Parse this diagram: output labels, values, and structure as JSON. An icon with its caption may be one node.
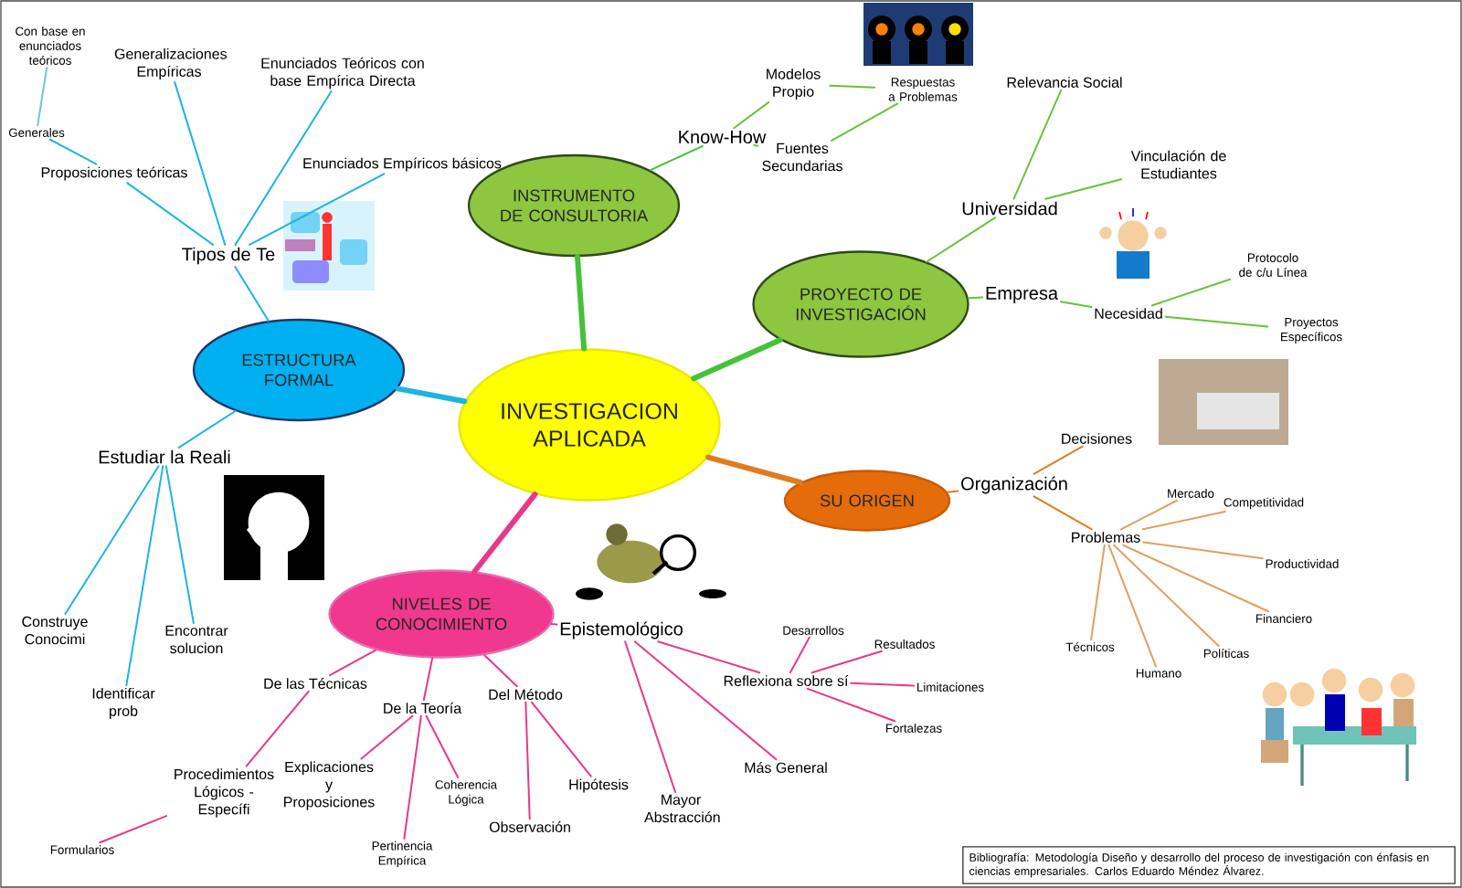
{
  "diagram": {
    "nodes": [
      {
        "text": [
          "INVESTIGACION APLICADA"
        ]
      },
      {
        "text": [
          "INSTRUMENTO DE CONSULTORIA"
        ]
      },
      {
        "text": [
          "Know-How"
        ]
      },
      {
        "text": [
          "Modelos Propio"
        ]
      },
      {
        "text": [
          "Fuentes Secundarias"
        ]
      },
      {
        "text": [
          "Respuestas a Problemas"
        ]
      },
      {
        "text": [
          "PROYECTO DE INVESTIGACIÓN"
        ]
      },
      {
        "text": [
          "Universidad"
        ]
      },
      {
        "text": [
          "Relevancia Social"
        ]
      },
      {
        "text": [
          "Vinculación de Estudiantes"
        ]
      },
      {
        "text": [
          "Empresa"
        ]
      },
      {
        "text": [
          "Necesidad"
        ]
      },
      {
        "text": [
          "Protocolo de c/u Línea"
        ]
      },
      {
        "text": [
          "Proyectos Específicos"
        ]
      },
      {
        "text": [
          "SU ORIGEN"
        ]
      },
      {
        "text": [
          "Organización"
        ]
      },
      {
        "text": [
          "Decisiones"
        ]
      },
      {
        "text": [
          "Problemas"
        ]
      },
      {
        "text": [
          "Mercado"
        ]
      },
      {
        "text": [
          "Competitividad"
        ]
      },
      {
        "text": [
          "Productividad"
        ]
      },
      {
        "text": [
          "Financiero"
        ]
      },
      {
        "text": [
          "Políticas"
        ]
      },
      {
        "text": [
          "Humano"
        ]
      },
      {
        "text": [
          "Técnicos"
        ]
      },
      {
        "text": [
          "NIVELES DE CONOCIMIENTO"
        ]
      },
      {
        "text": [
          "Epistemológico"
        ]
      },
      {
        "text": [
          "Reflexiona sobre sí"
        ]
      },
      {
        "text": [
          "Desarrollos"
        ]
      },
      {
        "text": [
          "Resultados"
        ]
      },
      {
        "text": [
          "Limitaciones"
        ]
      },
      {
        "text": [
          "Fortalezas"
        ]
      },
      {
        "text": [
          "Mayor Abstracción"
        ]
      },
      {
        "text": [
          "Más General"
        ]
      },
      {
        "text": [
          "Del Método"
        ]
      },
      {
        "text": [
          "Observación"
        ]
      },
      {
        "text": [
          "Hipótesis"
        ]
      },
      {
        "text": [
          "De la Teoría"
        ]
      },
      {
        "text": [
          "Coherencia Lógica"
        ]
      },
      {
        "text": [
          "Pertinencia Empírica"
        ]
      },
      {
        "text": [
          "De las Técnicas"
        ]
      },
      {
        "text": [
          "Explicaciones y Proposiciones"
        ]
      },
      {
        "text": [
          "Procedimientos Lógicos - Específi"
        ]
      },
      {
        "text": [
          "Formularios"
        ]
      },
      {
        "text": [
          "ESTRUCTURA FORMAL"
        ]
      },
      {
        "text": [
          "Tipos de Te"
        ]
      },
      {
        "text": [
          "Proposiciones teóricas"
        ]
      },
      {
        "text": [
          "Generales"
        ]
      },
      {
        "text": [
          "Con base en enunciados teóricos"
        ]
      },
      {
        "text": [
          "Generalizaciones Empíricas"
        ]
      },
      {
        "text": [
          "Enunciados Teóricos con base Empírica Directa"
        ]
      },
      {
        "text": [
          "Enunciados Empíricos básicos"
        ]
      },
      {
        "text": [
          "Estudiar la Reali"
        ]
      },
      {
        "text": [
          "Construye Conocimi"
        ]
      },
      {
        "text": [
          "Identificar prob"
        ]
      },
      {
        "text": [
          "Encontrar solucion"
        ]
      },
      {
        "text": [
          "Bibliografía: Metodología Diseño y desarrollo del proceso de investigación con énfasis en ciencias empresariales. Carlos Eduardo Méndez Álvarez."
        ]
      }
    ],
    "edges": [
      {
        "from": 0,
        "to": 1,
        "arrow": "none",
        "style": "thick",
        "color": "#44c23a"
      },
      {
        "from": 1,
        "to": 2,
        "arrow": "none",
        "color": "#44c23a"
      },
      {
        "from": 2,
        "to": 3,
        "arrow": "none",
        "color": "#66c33a"
      },
      {
        "from": 2,
        "to": 4,
        "arrow": "none",
        "color": "#66c33a"
      },
      {
        "from": 3,
        "to": 5,
        "arrow": "none",
        "color": "#66c33a"
      },
      {
        "from": 4,
        "to": 5,
        "arrow": "none",
        "color": "#66c33a"
      },
      {
        "from": 0,
        "to": 6,
        "arrow": "none",
        "style": "thick",
        "color": "#44c23a"
      },
      {
        "from": 6,
        "to": 7,
        "arrow": "none",
        "color": "#66c33a"
      },
      {
        "from": 7,
        "to": 8,
        "arrow": "none",
        "color": "#66c33a"
      },
      {
        "from": 7,
        "to": 9,
        "arrow": "none",
        "color": "#66c33a"
      },
      {
        "from": 6,
        "to": 10,
        "arrow": "none",
        "color": "#66c33a"
      },
      {
        "from": 10,
        "to": 11,
        "arrow": "none",
        "color": "#66c33a"
      },
      {
        "from": 11,
        "to": 12,
        "arrow": "none",
        "color": "#66c33a"
      },
      {
        "from": 11,
        "to": 13,
        "arrow": "none",
        "color": "#66c33a"
      },
      {
        "from": 0,
        "to": 14,
        "arrow": "none",
        "style": "thick",
        "color": "#e07b1e"
      },
      {
        "from": 14,
        "to": 15,
        "arrow": "none",
        "color": "#e07b1e"
      },
      {
        "from": 15,
        "to": 16,
        "arrow": "none",
        "color": "#e07b1e"
      },
      {
        "from": 15,
        "to": 17,
        "arrow": "none",
        "color": "#e07b1e"
      },
      {
        "from": 17,
        "to": 18,
        "arrow": "none",
        "color": "#e0a060"
      },
      {
        "from": 17,
        "to": 19,
        "arrow": "none",
        "color": "#e0a060"
      },
      {
        "from": 17,
        "to": 20,
        "arrow": "none",
        "color": "#e0a060"
      },
      {
        "from": 17,
        "to": 21,
        "arrow": "none",
        "color": "#e0a060"
      },
      {
        "from": 17,
        "to": 22,
        "arrow": "none",
        "color": "#e0a060"
      },
      {
        "from": 17,
        "to": 23,
        "arrow": "none",
        "color": "#e0a060"
      },
      {
        "from": 17,
        "to": 24,
        "arrow": "none",
        "color": "#e0a060"
      },
      {
        "from": 0,
        "to": 25,
        "arrow": "none",
        "style": "thick"
      },
      {
        "from": 25,
        "to": 26,
        "arrow": "none"
      },
      {
        "from": 26,
        "to": 27,
        "arrow": "none"
      },
      {
        "from": 27,
        "to": 28,
        "arrow": "none"
      },
      {
        "from": 27,
        "to": 29,
        "arrow": "none"
      },
      {
        "from": 27,
        "to": 30,
        "arrow": "none"
      },
      {
        "from": 27,
        "to": 31,
        "arrow": "none"
      },
      {
        "from": 26,
        "to": 32,
        "arrow": "none"
      },
      {
        "from": 26,
        "to": 33,
        "arrow": "none"
      },
      {
        "from": 25,
        "to": 34,
        "arrow": "none"
      },
      {
        "from": 34,
        "to": 35,
        "arrow": "none"
      },
      {
        "from": 34,
        "to": 36,
        "arrow": "none"
      },
      {
        "from": 25,
        "to": 37,
        "arrow": "none"
      },
      {
        "from": 37,
        "to": 38,
        "arrow": "none"
      },
      {
        "from": 37,
        "to": 39,
        "arrow": "none"
      },
      {
        "from": 37,
        "to": 41,
        "arrow": "none"
      },
      {
        "from": 25,
        "to": 40,
        "arrow": "none"
      },
      {
        "from": 40,
        "to": 42,
        "arrow": "none"
      },
      {
        "from": 42,
        "to": 43,
        "arrow": "none"
      },
      {
        "from": 0,
        "to": 44,
        "arrow": "none",
        "style": "thick",
        "color": "#1cb5e0"
      },
      {
        "from": 44,
        "to": 45,
        "arrow": "none",
        "color": "#1cb5e0"
      },
      {
        "from": 45,
        "to": 46,
        "arrow": "none",
        "color": "#1cb5e0"
      },
      {
        "from": 46,
        "to": 47,
        "arrow": "none",
        "color": "#1cb5e0"
      },
      {
        "from": 47,
        "to": 48,
        "arrow": "none",
        "color": "#6fc6dc"
      },
      {
        "from": 45,
        "to": 49,
        "arrow": "none",
        "color": "#1cb5e0"
      },
      {
        "from": 45,
        "to": 50,
        "arrow": "none",
        "color": "#1cb5e0"
      },
      {
        "from": 45,
        "to": 51,
        "arrow": "none",
        "color": "#1cb5e0"
      },
      {
        "from": 44,
        "to": 52,
        "arrow": "none",
        "color": "#1cb5e0"
      },
      {
        "from": 52,
        "to": 53,
        "arrow": "none",
        "color": "#1cb5e0"
      },
      {
        "from": 52,
        "to": 54,
        "arrow": "none",
        "color": "#1cb5e0"
      },
      {
        "from": 52,
        "to": 55,
        "arrow": "none",
        "color": "#1cb5e0"
      }
    ]
  }
}
